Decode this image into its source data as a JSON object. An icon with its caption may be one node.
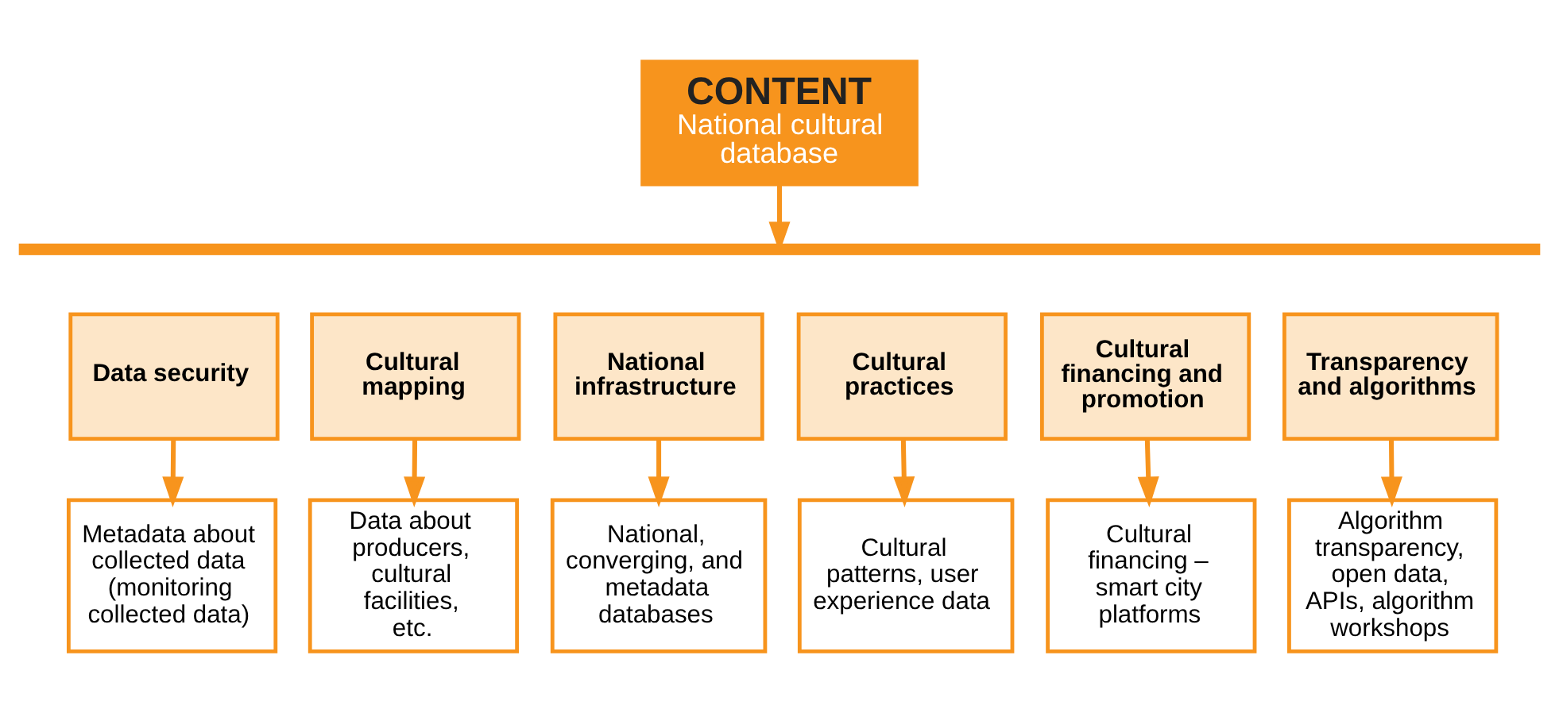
{
  "diagram": {
    "nodes": [
      {
        "text": [
          "CONTENT",
          "National cultural database"
        ]
      },
      {
        "text": [],
        "shape": "bar"
      },
      {
        "text": [
          "Data security"
        ]
      },
      {
        "text": [
          "Cultural mapping"
        ]
      },
      {
        "text": [
          "National infrastructure"
        ]
      },
      {
        "text": [
          "Cultural practices"
        ]
      },
      {
        "text": [
          "Cultural financing and promotion"
        ]
      },
      {
        "text": [
          "Transparency and algorithms"
        ]
      },
      {
        "text": [
          "Metadata about collected data (monitoring collected data)"
        ]
      },
      {
        "text": [
          "Data about producers, cultural facilities, etc."
        ]
      },
      {
        "text": [
          "National, converging, and metadata databases"
        ]
      },
      {
        "text": [
          "Cultural patterns, user experience data"
        ]
      },
      {
        "text": [
          "Cultural financing – smart city platforms"
        ]
      },
      {
        "text": [
          "Algorithm transparency, open data, APIs, algorithm workshops"
        ]
      }
    ],
    "edges": [
      {
        "from": 0,
        "to": 1,
        "arrow": "to"
      },
      {
        "from": 2,
        "to": 8,
        "arrow": "to"
      },
      {
        "from": 3,
        "to": 9,
        "arrow": "to"
      },
      {
        "from": 4,
        "to": 10,
        "arrow": "to"
      },
      {
        "from": 5,
        "to": 11,
        "arrow": "to"
      },
      {
        "from": 6,
        "to": 12,
        "arrow": "to"
      },
      {
        "from": 7,
        "to": 13,
        "arrow": "to"
      }
    ]
  }
}
